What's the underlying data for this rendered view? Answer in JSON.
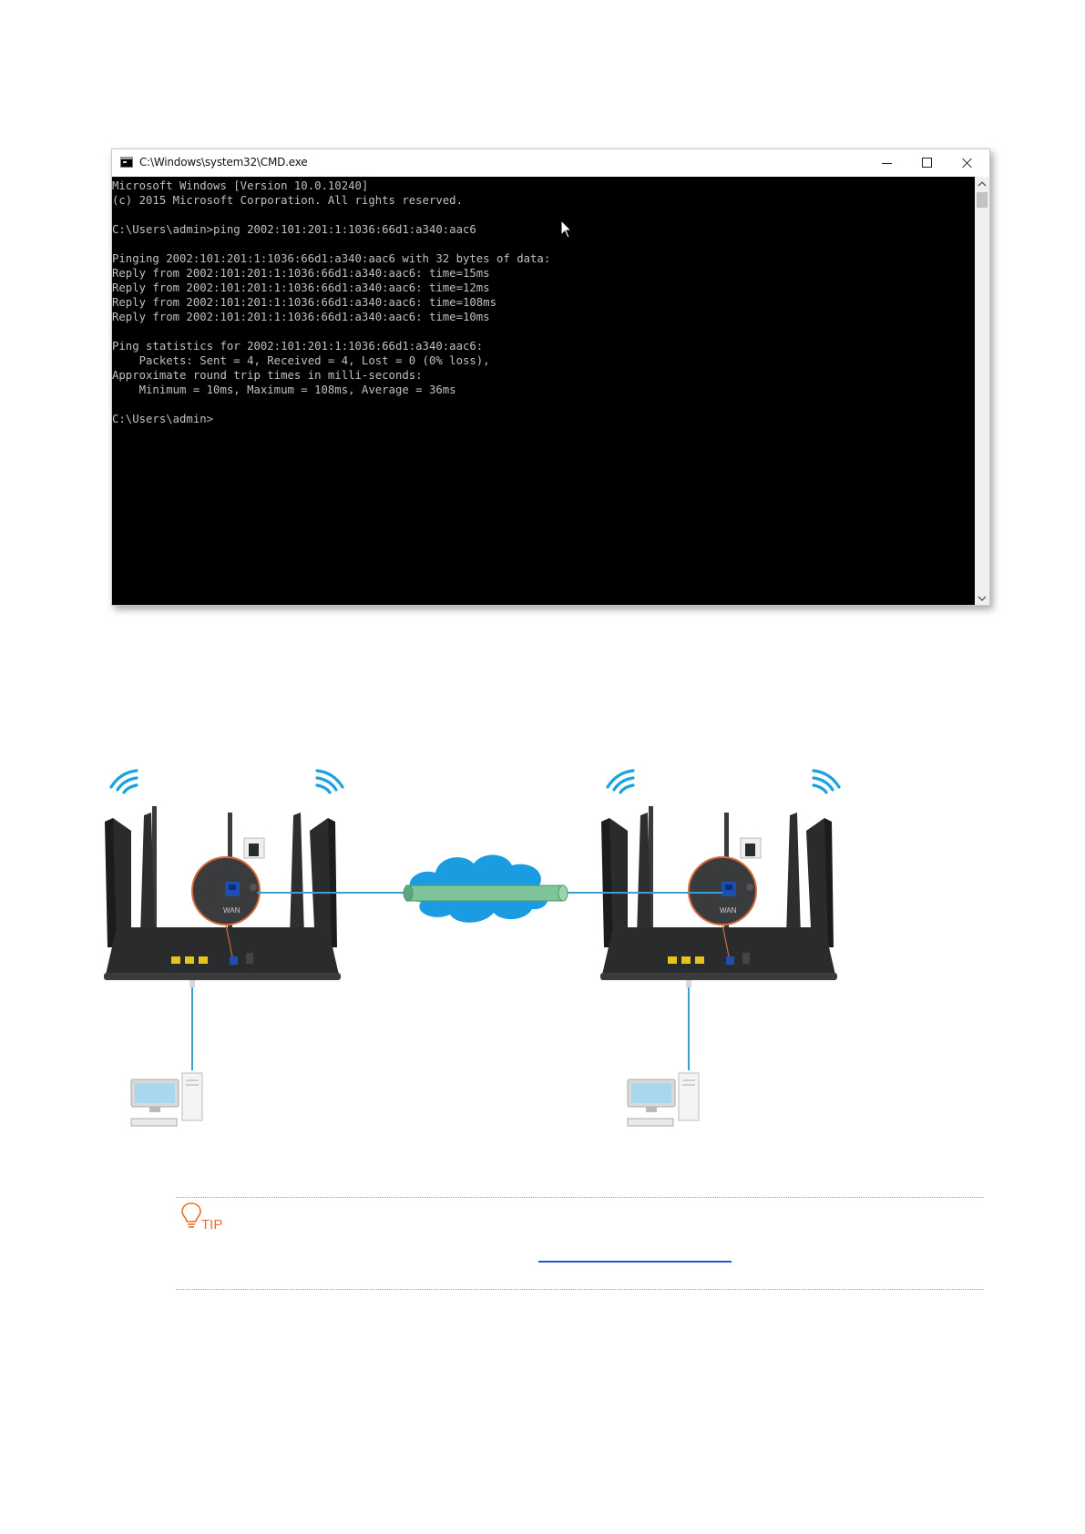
{
  "cmd": {
    "title": "C:\\Windows\\system32\\CMD.exe",
    "lines": [
      "Microsoft Windows [Version 10.0.10240]",
      "(c) 2015 Microsoft Corporation. All rights reserved.",
      "",
      "C:\\Users\\admin>ping 2002:101:201:1:1036:66d1:a340:aac6",
      "",
      "Pinging 2002:101:201:1:1036:66d1:a340:aac6 with 32 bytes of data:",
      "Reply from 2002:101:201:1:1036:66d1:a340:aac6: time=15ms",
      "Reply from 2002:101:201:1:1036:66d1:a340:aac6: time=12ms",
      "Reply from 2002:101:201:1:1036:66d1:a340:aac6: time=108ms",
      "Reply from 2002:101:201:1:1036:66d1:a340:aac6: time=10ms",
      "",
      "Ping statistics for 2002:101:201:1:1036:66d1:a340:aac6:",
      "    Packets: Sent = 4, Received = 4, Lost = 0 (0% loss),",
      "Approximate round trip times in milli-seconds:",
      "    Minimum = 10ms, Maximum = 108ms, Average = 36ms",
      "",
      "C:\\Users\\admin>"
    ]
  },
  "diagram": {
    "port_label": "WAN"
  },
  "tip": {
    "label": "TIP"
  },
  "colors": {
    "wifi": "#1aa3dc",
    "router": "#2a2b2d",
    "cable": "#3d9fd1",
    "cloud": "#1b9be0",
    "tunnel": "#7ec49a",
    "accent": "#e8712b",
    "link": "#2355c7"
  }
}
